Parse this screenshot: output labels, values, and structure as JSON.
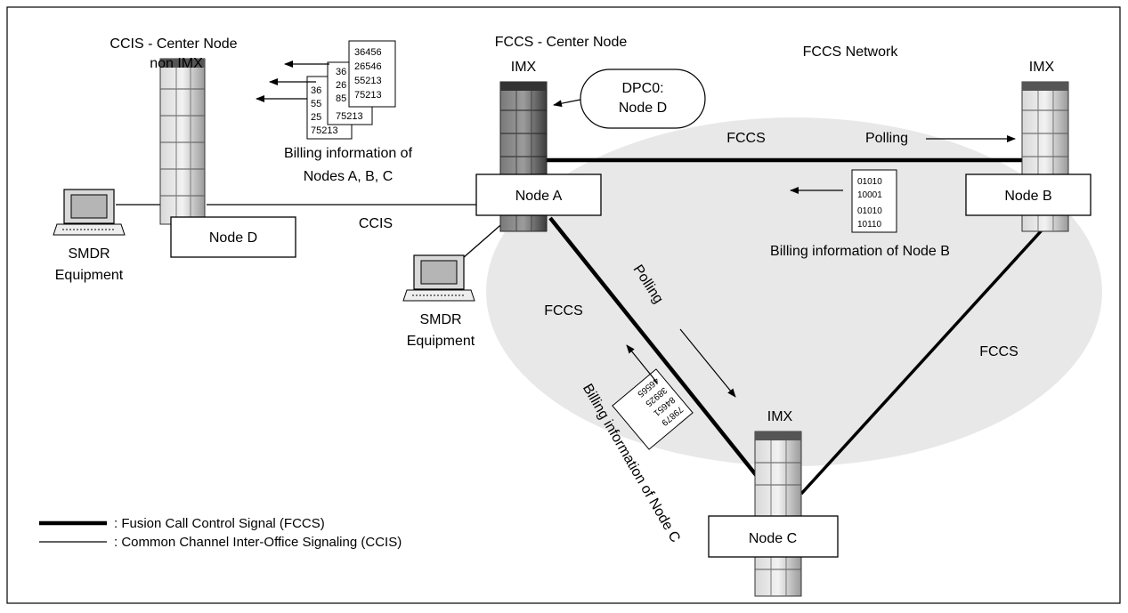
{
  "diagram": {
    "labels": {
      "ccis_center": "CCIS - Center Node",
      "non_imx": "non IMX",
      "fccs_center": "FCCS - Center Node",
      "fccs_network": "FCCS Network",
      "imx": "IMX",
      "dpc_line1": "DPC0:",
      "dpc_line2": "Node D",
      "fccs": "FCCS",
      "polling": "Polling",
      "ccis": "CCIS",
      "smdr": "SMDR",
      "equipment": "Equipment",
      "billing_abc_line1": "Billing information of",
      "billing_abc_line2": "Nodes A, B, C",
      "billing_b": "Billing information of Node B",
      "billing_c": "Billing information of Node C"
    },
    "nodes": {
      "a": "Node A",
      "b": "Node B",
      "c": "Node C",
      "d": "Node D"
    },
    "billing_sheets": {
      "abc_front": [
        "36456",
        "26546",
        "55213",
        "75213"
      ],
      "abc_mid": [
        "36",
        "26",
        "85",
        "75213"
      ],
      "abc_back": [
        "36",
        "55",
        "25",
        "75213"
      ],
      "node_b": [
        "01010",
        "10001",
        "01010",
        "10110"
      ],
      "node_c": [
        "79879",
        "84651",
        "38925",
        "46565"
      ]
    },
    "legend": [
      {
        "style": "thick",
        "text": ": Fusion Call Control Signal (FCCS)"
      },
      {
        "style": "thin",
        "text": ": Common Channel Inter-Office Signaling (CCIS)"
      }
    ]
  }
}
